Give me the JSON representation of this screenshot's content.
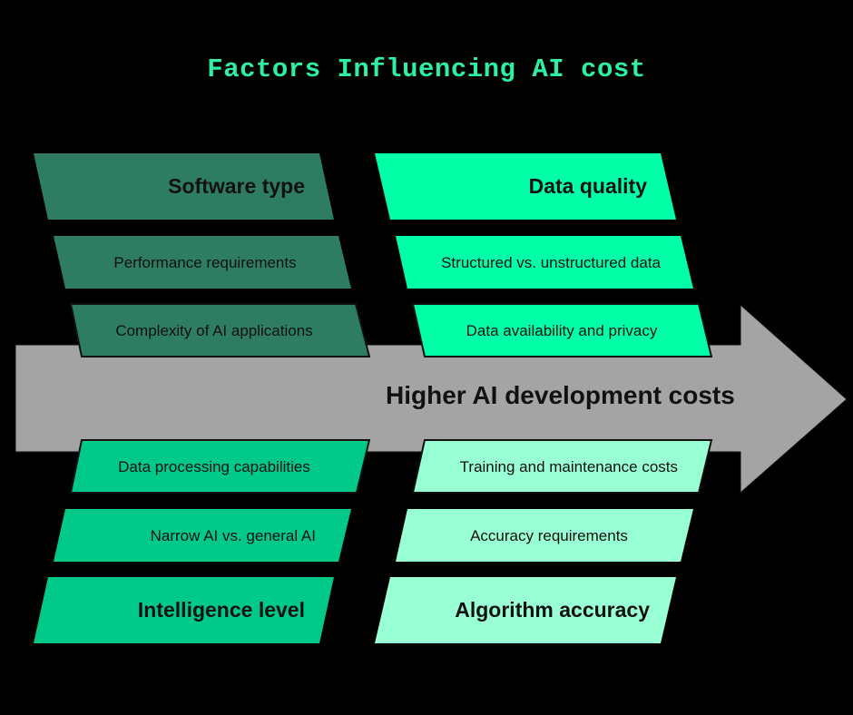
{
  "title": "Factors Influencing AI cost",
  "colors": {
    "background": "#000000",
    "title": "#2ef0a4",
    "arrow": "#a4a4a4",
    "software_type": "#2e7d63",
    "data_quality": "#00ffa7",
    "intelligence_level": "#00c98a",
    "algorithm_accuracy": "#99ffd4"
  },
  "arrow": {
    "label": "Higher AI development costs"
  },
  "groups": {
    "software_type": {
      "heading": "Software type",
      "items": [
        "Performance requirements",
        "Complexity of AI applications"
      ]
    },
    "data_quality": {
      "heading": "Data quality",
      "items": [
        "Structured vs. unstructured data",
        "Data availability and privacy"
      ]
    },
    "intelligence_level": {
      "heading": "Intelligence level",
      "items": [
        "Data processing capabilities",
        "Narrow AI vs. general AI"
      ]
    },
    "algorithm_accuracy": {
      "heading": "Algorithm accuracy",
      "items": [
        "Training and maintenance costs",
        "Accuracy requirements"
      ]
    }
  }
}
